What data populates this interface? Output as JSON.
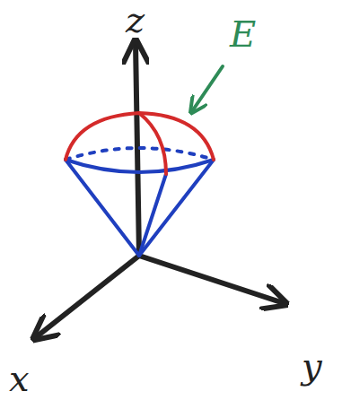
{
  "diagram": {
    "labels": [
      "z",
      "x",
      "y",
      "E"
    ]
  }
}
